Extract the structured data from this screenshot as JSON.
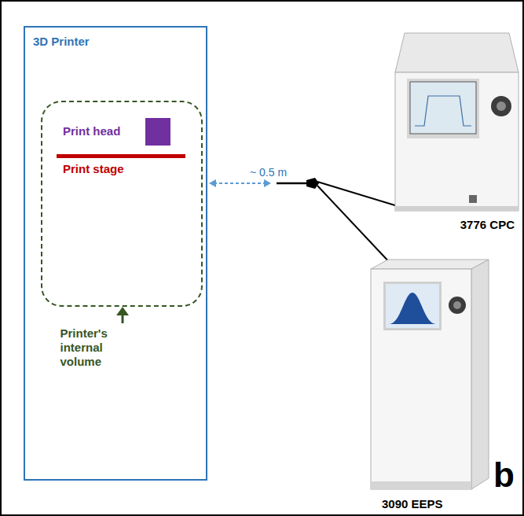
{
  "diagram": {
    "nodes": [
      {
        "text": [
          "3D Printer"
        ]
      },
      {
        "text": [
          "Printer's internal volume"
        ],
        "in": 0
      },
      {
        "text": [
          "3776 CPC"
        ]
      },
      {
        "text": [
          "3090 EEPS"
        ]
      }
    ],
    "labels": [
      "Print head",
      "Print stage",
      "~ 0.5 m",
      "b"
    ]
  }
}
